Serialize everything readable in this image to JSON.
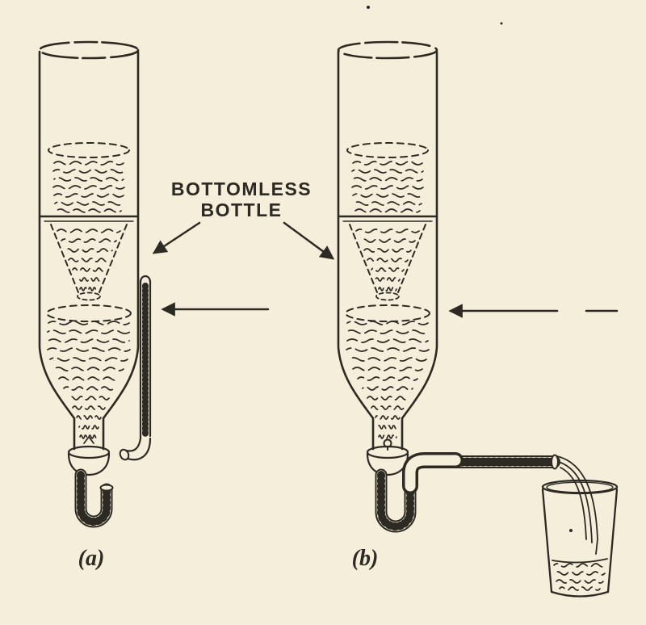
{
  "figure": {
    "background_color": "#f5eeda",
    "ink_color": "#2d2a23",
    "annotation": {
      "line1": "BOTTOMLESS",
      "line2": "BOTTLE"
    },
    "captions": {
      "a": "(a)",
      "b": "(b)"
    }
  }
}
